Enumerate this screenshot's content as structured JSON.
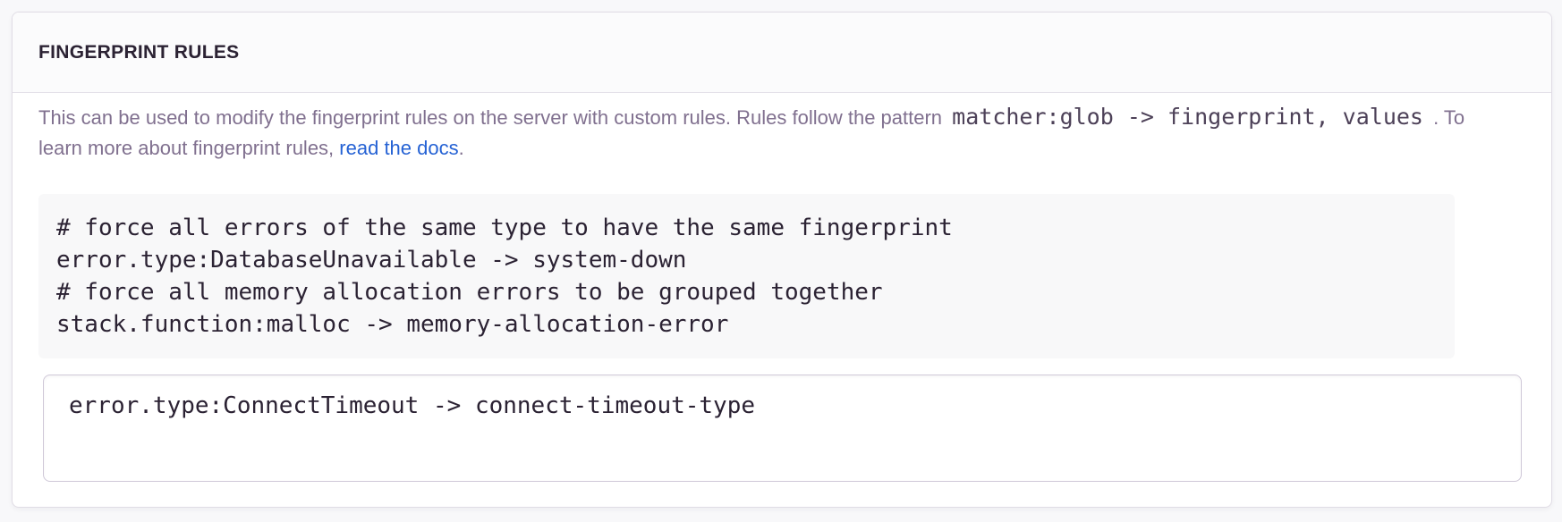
{
  "panel": {
    "title": "FINGERPRINT RULES",
    "description": {
      "text_before_code": "This can be used to modify the fingerprint rules on the server with custom rules. Rules follow the pattern",
      "inline_code": "matcher:glob -> fingerprint, values",
      "text_after_code": ". To learn more about fingerprint rules,",
      "link_label": "read the docs",
      "text_end": "."
    },
    "example_code": "# force all errors of the same type to have the same fingerprint\nerror.type:DatabaseUnavailable -> system-down\n# force all memory allocation errors to be grouped together\nstack.function:malloc -> memory-allocation-error",
    "rules_input": {
      "value": "error.type:ConnectTimeout -> connect-timeout-type"
    }
  },
  "colors": {
    "page_background": "#f8f8fa",
    "panel_background": "#ffffff",
    "header_background": "#fbfbfc",
    "panel_border": "#e0dce5",
    "title_text": "#2b2233",
    "description_text": "#80708f",
    "inline_code_text": "#4d4158",
    "link": "#2562d4",
    "code_block_background": "#f8f8f9",
    "code_text": "#2b2233",
    "textarea_border": "#cfc8d8"
  }
}
